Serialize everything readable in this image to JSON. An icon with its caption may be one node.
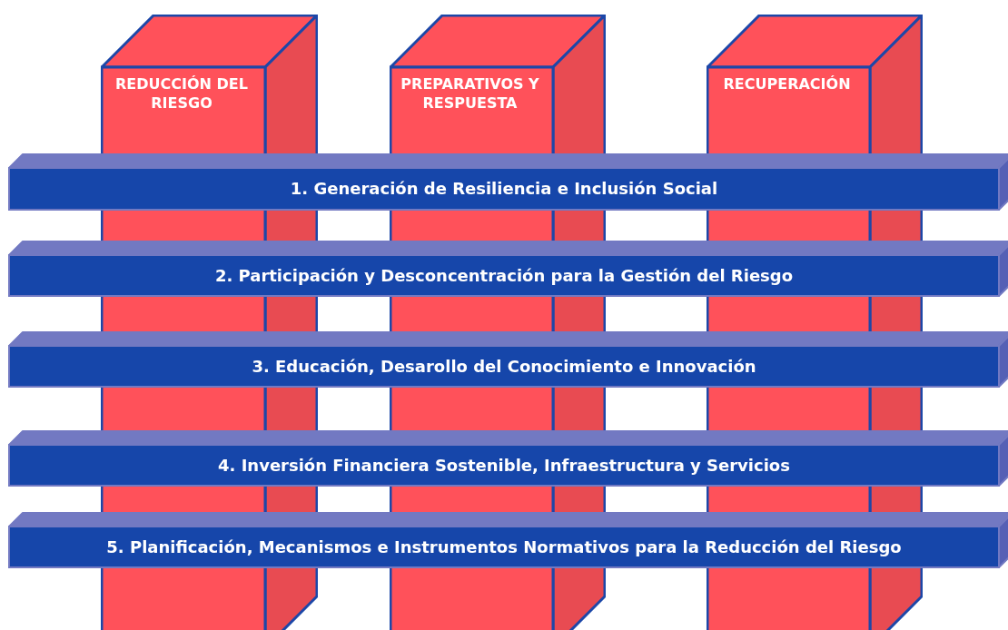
{
  "diagram": {
    "nodes": [
      {
        "text": [
          "REDUCCIÓN DEL RIESGO"
        ]
      },
      {
        "text": [
          "PREPARATIVOS Y RESPUESTA"
        ]
      },
      {
        "text": [
          "RECUPERACIÓN"
        ]
      },
      {
        "text": [
          "1. Generación de Resiliencia e Inclusión Social"
        ]
      },
      {
        "text": [
          "2. Participación y Desconcentración para la Gestión del Riesgo"
        ]
      },
      {
        "text": [
          "3. Educación, Desarollo del Conocimiento e Innovación"
        ]
      },
      {
        "text": [
          "4. Inversión Financiera Sostenible, Infraestructura y Servicios"
        ]
      },
      {
        "text": [
          "5. Planificación, Mecanismos e Instrumentos Normativos para la Reducción del Riesgo"
        ]
      }
    ]
  }
}
